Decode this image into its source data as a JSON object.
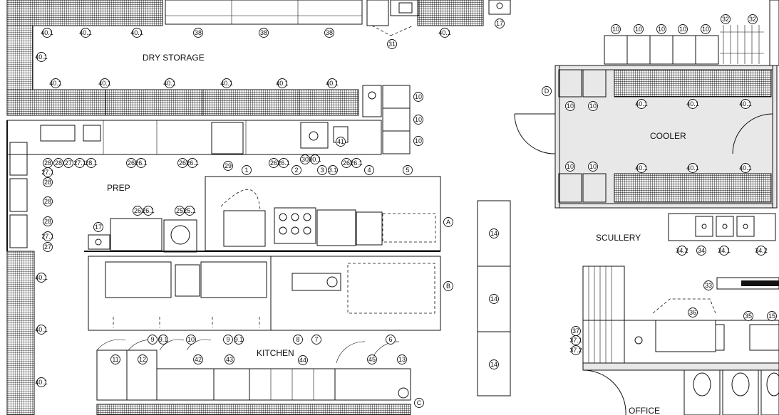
{
  "rooms": {
    "dry_storage": "DRY STORAGE",
    "prep": "PREP",
    "cooler": "COOLER",
    "scullery": "SCULLERY",
    "kitchen": "KITCHEN",
    "office": "OFFICE"
  },
  "tags": {
    "t40_1": "40.1",
    "t38": "38",
    "t31": "31",
    "t17": "17",
    "t10": "10",
    "t32": "32",
    "tD": "D",
    "t28": "28",
    "t28_1": "28.1",
    "t27": "27",
    "t27_1": "27.1",
    "t26": "26",
    "t26_1": "26.1",
    "t29": "29",
    "t30": "30",
    "t30_1": "30.1",
    "t41": "41",
    "t1": "1",
    "t2": "2",
    "t3": "3",
    "t3_1": "3.1",
    "t4": "4",
    "t5": "5",
    "tA": "A",
    "tB": "B",
    "tC": "C",
    "t25": "25",
    "t25_1": "25.1",
    "t9": "9",
    "t9_1": "9.1",
    "t8": "8",
    "t7": "7",
    "t6": "6",
    "t11": "11",
    "t12": "12",
    "t42": "42",
    "t43": "43",
    "t44": "44",
    "t45": "45",
    "t13": "13",
    "t14": "14",
    "t34": "34",
    "t34_1": "34.1",
    "t34_2": "34.2",
    "t33": "33",
    "t36": "36",
    "t35": "35",
    "t15": "15",
    "t37": "37",
    "t37_1": "37.1",
    "t37_2": "37.2"
  }
}
